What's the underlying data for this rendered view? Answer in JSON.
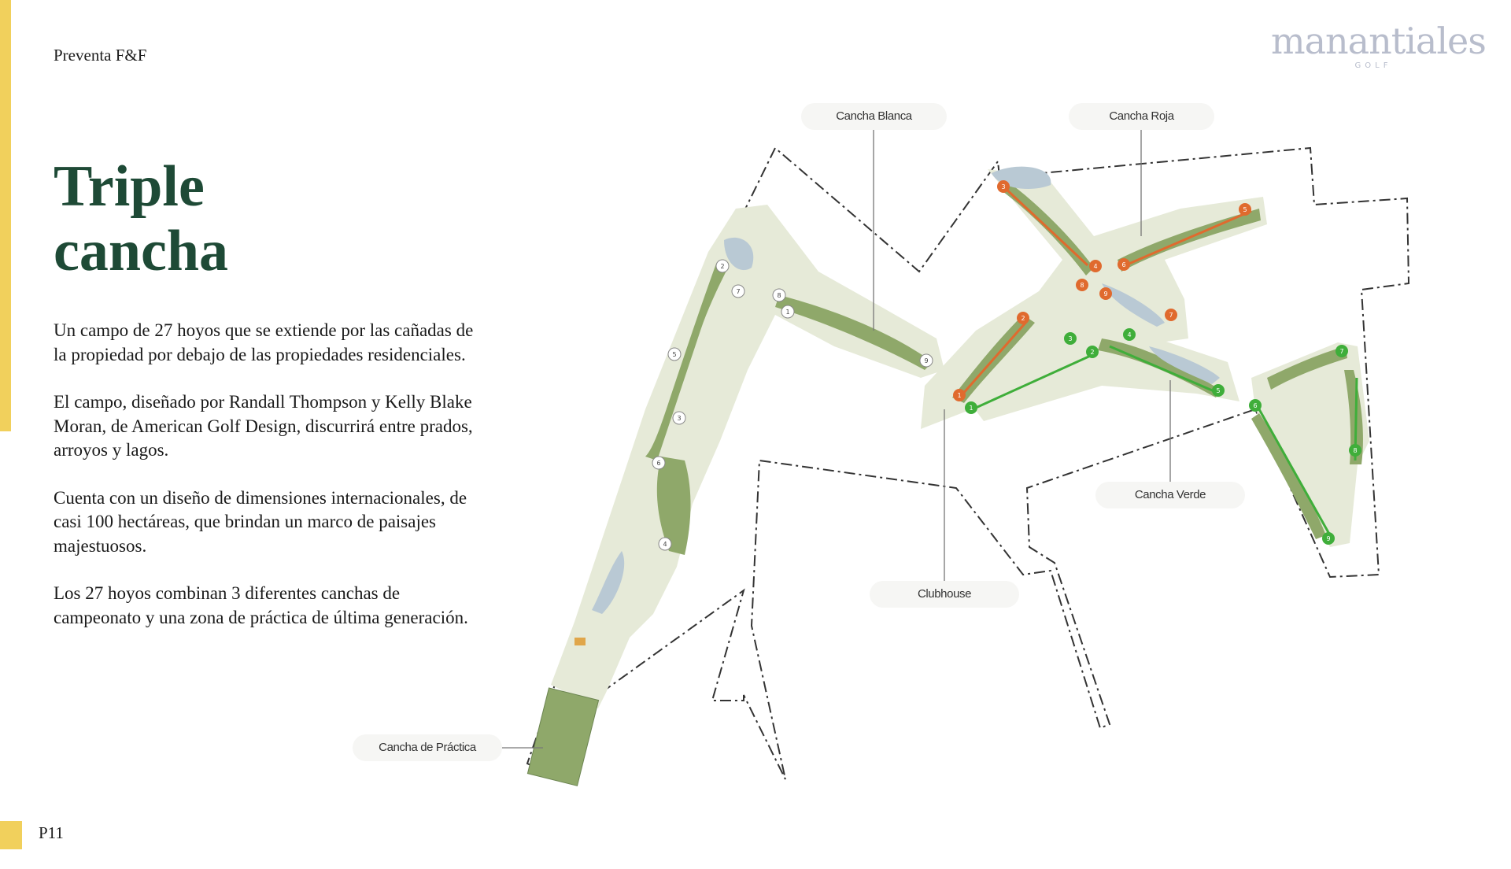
{
  "header": {
    "eyebrow": "Preventa F&F"
  },
  "brand": {
    "logo_text": "manantiales",
    "logo_sub": "GOLF",
    "color": "#b8bdcc"
  },
  "accent_color": "#f1d05c",
  "title_color": "#1e4a36",
  "title": {
    "line1": "Triple",
    "line2": "cancha"
  },
  "body": [
    "Un campo de 27 hoyos que se extiende por las cañadas de la propiedad por debajo de las propiedades residenciales.",
    "El campo, diseñado por Randall Thompson y Kelly Blake Moran, de American Golf Design, discurrirá entre prados, arroyos y lagos.",
    "Cuenta con un diseño de dimensiones internacionales, de casi 100 hectáreas, que brindan un marco de paisajes majestuosos.",
    "Los 27 hoyos combinan 3 diferentes canchas de campeonato y una zona de práctica de última generación."
  ],
  "map": {
    "callouts": {
      "blanca": "Cancha Blanca",
      "roja": "Cancha Roja",
      "verde": "Cancha Verde",
      "clubhouse": "Clubhouse",
      "practica": "Cancha de Práctica"
    },
    "colors": {
      "fairway": "#8fa86a",
      "rough": "#e6ead8",
      "water": "#b9c9d4",
      "roja": "#e06a2e",
      "verde": "#3fae3a",
      "blanca": "#ffffff"
    },
    "holes_blanca": [
      "1",
      "2",
      "3",
      "4",
      "5",
      "6",
      "7",
      "8",
      "9"
    ],
    "holes_roja": [
      "1",
      "2",
      "3",
      "4",
      "5",
      "6",
      "7",
      "8",
      "9"
    ],
    "holes_verde": [
      "1",
      "2",
      "3",
      "4",
      "5",
      "6",
      "7",
      "8",
      "9"
    ]
  },
  "footer": {
    "page_number": "P11"
  }
}
